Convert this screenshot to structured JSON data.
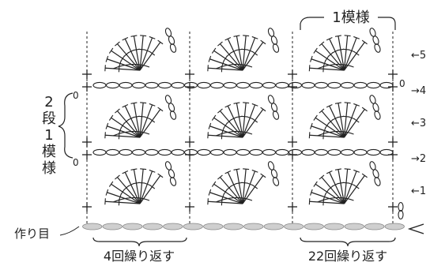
{
  "title": "1模様",
  "left_label_chars": [
    "2",
    "段",
    "1",
    "模",
    "様"
  ],
  "foundation_label": "作り目",
  "repeat_left": "4回繰り返す",
  "repeat_right": "22回繰り返す",
  "row_labels": [
    "←5",
    "→4",
    "←3",
    "→2",
    "←1"
  ],
  "zero_marker": "0",
  "colors": {
    "ink": "#222222",
    "foundation_fill": "#cfcfcf",
    "background": "#ffffff"
  },
  "structure": {
    "pattern_columns": 3,
    "shell_rows": 3,
    "chain_rows": 2,
    "stitches_per_shell": 9,
    "foundation_chain_count": 16
  }
}
